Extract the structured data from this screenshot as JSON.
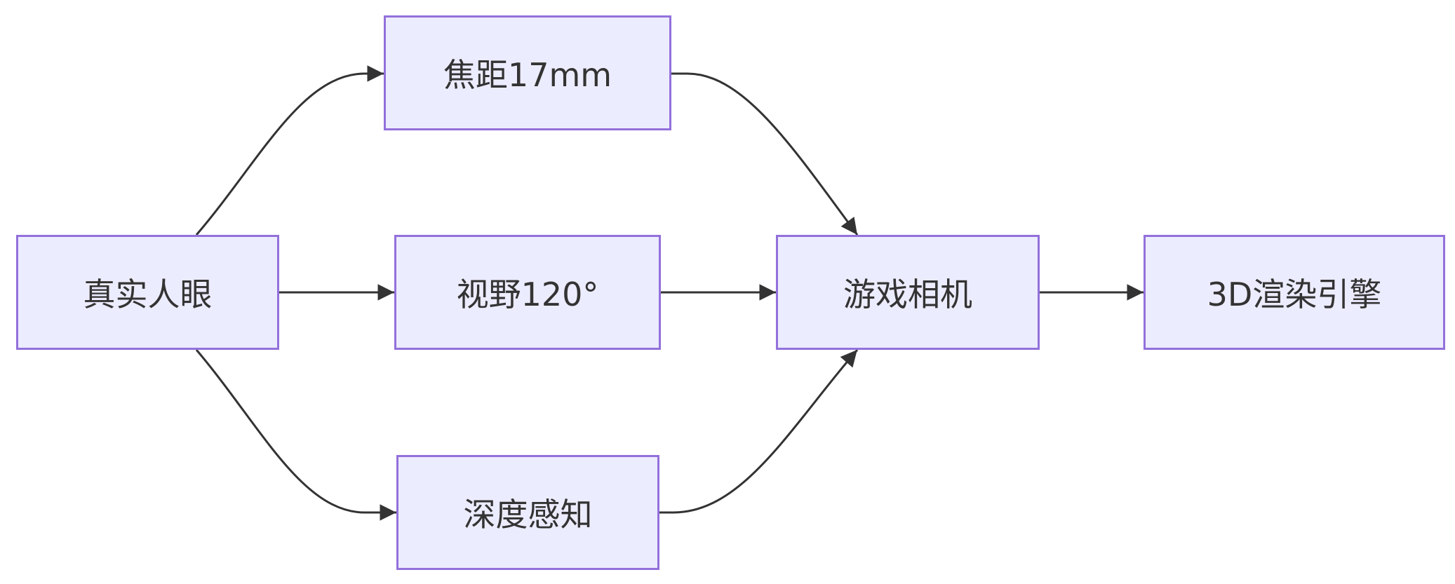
{
  "nodes": {
    "eye": "真实人眼",
    "focal": "焦距17mm",
    "fov": "视野120°",
    "depth": "深度感知",
    "camera": "游戏相机",
    "engine": "3D渲染引擎"
  },
  "colors": {
    "node_fill": "#ececff",
    "node_border": "#9370db",
    "edge": "#333333",
    "text": "#333333"
  }
}
